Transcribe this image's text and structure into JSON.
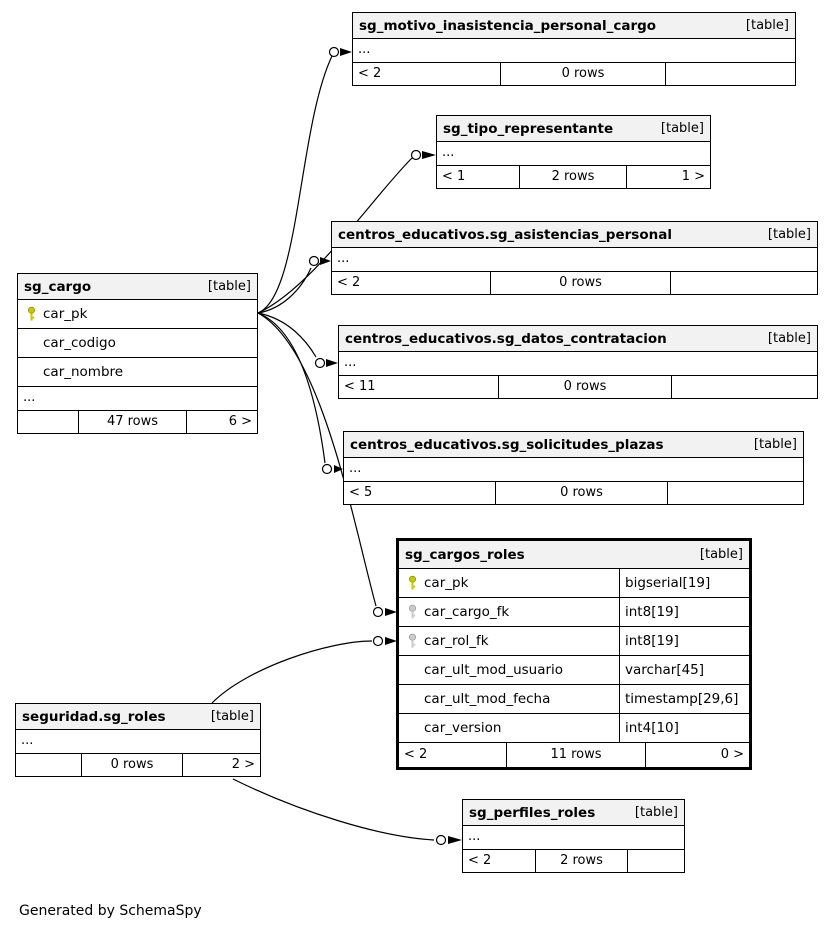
{
  "app": {
    "generator_note": "Generated by SchemaSpy"
  },
  "colors": {
    "primary_key": "#c9c900",
    "primary_key_outline": "#8f8f00",
    "foreign_key": "#cccccc",
    "foreign_key_outline": "#9a9a9a",
    "header_bg": "#f2f2f2",
    "edge": "#000000"
  },
  "tables": [
    {
      "name": "sg_motivo_inasistencia_personal_cargo",
      "tag": "[table]",
      "ellipsis": "...",
      "footer": {
        "left": "< 2",
        "center": "0 rows",
        "right": ""
      }
    },
    {
      "name": "sg_tipo_representante",
      "tag": "[table]",
      "ellipsis": "...",
      "footer": {
        "left": "< 1",
        "center": "2 rows",
        "right": "1 >"
      }
    },
    {
      "name": "centros_educativos.sg_asistencias_personal",
      "tag": "[table]",
      "ellipsis": "...",
      "footer": {
        "left": "< 2",
        "center": "0 rows",
        "right": ""
      }
    },
    {
      "name": "sg_cargo",
      "tag": "[table]",
      "ellipsis": "...",
      "columns": [
        {
          "name": "car_pk",
          "key": "primary"
        },
        {
          "name": "car_codigo"
        },
        {
          "name": "car_nombre"
        }
      ],
      "footer": {
        "left": "",
        "center": "47 rows",
        "right": "6 >"
      }
    },
    {
      "name": "centros_educativos.sg_datos_contratacion",
      "tag": "[table]",
      "ellipsis": "...",
      "footer": {
        "left": "< 11",
        "center": "0 rows",
        "right": ""
      }
    },
    {
      "name": "centros_educativos.sg_solicitudes_plazas",
      "tag": "[table]",
      "ellipsis": "...",
      "footer": {
        "left": "< 5",
        "center": "0 rows",
        "right": ""
      }
    },
    {
      "name": "sg_cargos_roles",
      "tag": "[table]",
      "columns": [
        {
          "name": "car_pk",
          "type": "bigserial[19]",
          "key": "primary"
        },
        {
          "name": "car_cargo_fk",
          "type": "int8[19]",
          "key": "foreign"
        },
        {
          "name": "car_rol_fk",
          "type": "int8[19]",
          "key": "foreign"
        },
        {
          "name": "car_ult_mod_usuario",
          "type": "varchar[45]"
        },
        {
          "name": "car_ult_mod_fecha",
          "type": "timestamp[29,6]"
        },
        {
          "name": "car_version",
          "type": "int4[10]"
        }
      ],
      "footer": {
        "left": "< 2",
        "center": "11 rows",
        "right": "0 >"
      }
    },
    {
      "name": "seguridad.sg_roles",
      "tag": "[table]",
      "ellipsis": "...",
      "footer": {
        "left": "",
        "center": "0 rows",
        "right": "2 >"
      }
    },
    {
      "name": "sg_perfiles_roles",
      "tag": "[table]",
      "ellipsis": "...",
      "footer": {
        "left": "< 2",
        "center": "2 rows",
        "right": ""
      }
    }
  ]
}
